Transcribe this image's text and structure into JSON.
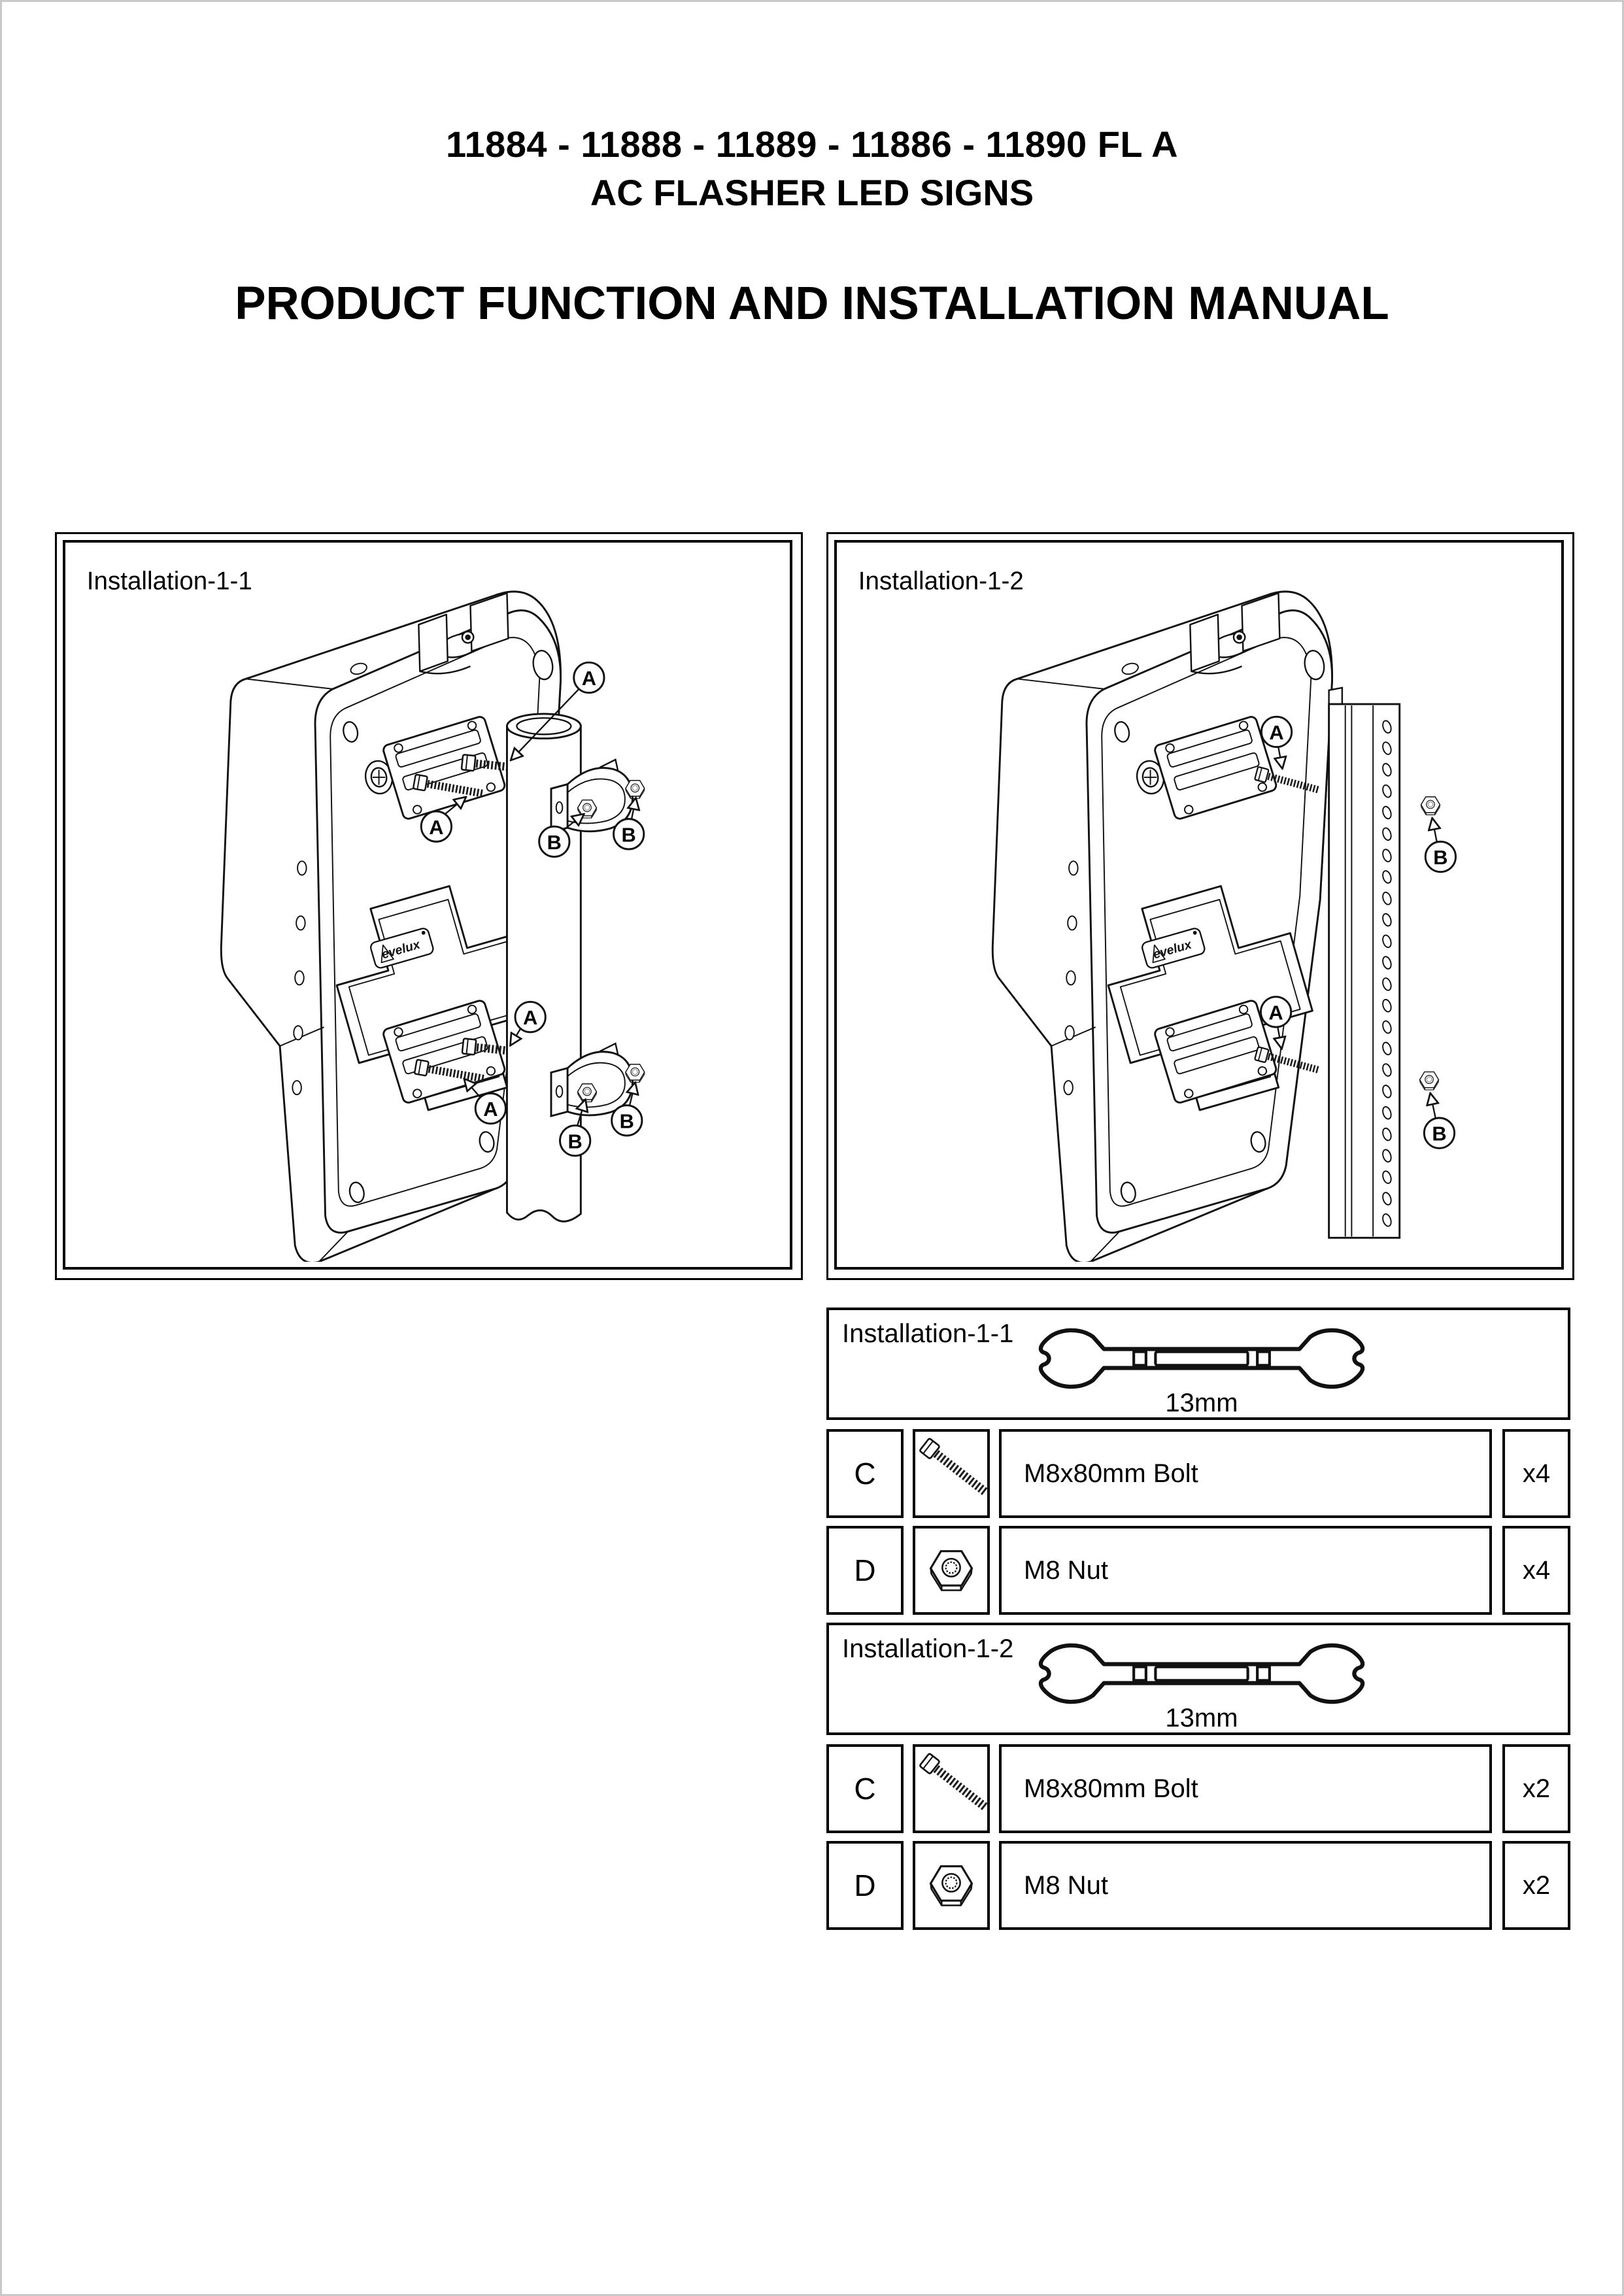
{
  "page": {
    "title_line1": "11884 - 11888 - 11889 - 11886 - 11890 FL A",
    "title_line2": "AC FLASHER LED SIGNS",
    "heading": "PRODUCT FUNCTION AND INSTALLATION MANUAL"
  },
  "diagrams": {
    "left": {
      "label": "Installation-1-1",
      "logo_text": "evelux",
      "callouts": {
        "a": "A",
        "b": "B"
      }
    },
    "right": {
      "label": "Installation-1-2",
      "logo_text": "evelux",
      "callouts": {
        "a": "A",
        "b": "B"
      }
    }
  },
  "parts_table": {
    "sections": [
      {
        "label": "Installation-1-1",
        "tool": {
          "icon": "open-end-wrench-icon",
          "size_label": "13mm"
        },
        "rows": [
          {
            "key": "C",
            "icon": "hex-bolt-icon",
            "description": "M8x80mm Bolt",
            "quantity": "x4"
          },
          {
            "key": "D",
            "icon": "hex-nut-icon",
            "description": "M8 Nut",
            "quantity": "x4"
          }
        ]
      },
      {
        "label": "Installation-1-2",
        "tool": {
          "icon": "open-end-wrench-icon",
          "size_label": "13mm"
        },
        "rows": [
          {
            "key": "C",
            "icon": "hex-bolt-icon",
            "description": "M8x80mm Bolt",
            "quantity": "x2"
          },
          {
            "key": "D",
            "icon": "hex-nut-icon",
            "description": "M8 Nut",
            "quantity": "x2"
          }
        ]
      }
    ]
  }
}
